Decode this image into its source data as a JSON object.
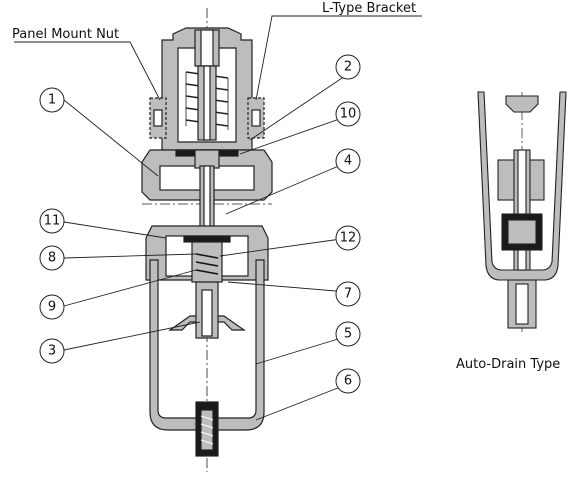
{
  "labels": {
    "panel_mount_nut": "Panel Mount Nut",
    "l_type_bracket": "L-Type Bracket",
    "auto_drain_type": "Auto-Drain Type"
  },
  "callouts": [
    "1",
    "2",
    "3",
    "4",
    "5",
    "6",
    "7",
    "8",
    "9",
    "10",
    "11",
    "12"
  ],
  "colors": {
    "part_gray": "#bdbdbd",
    "dark_part": "#1a1a1a",
    "line": "#222222",
    "background": "#ffffff"
  }
}
